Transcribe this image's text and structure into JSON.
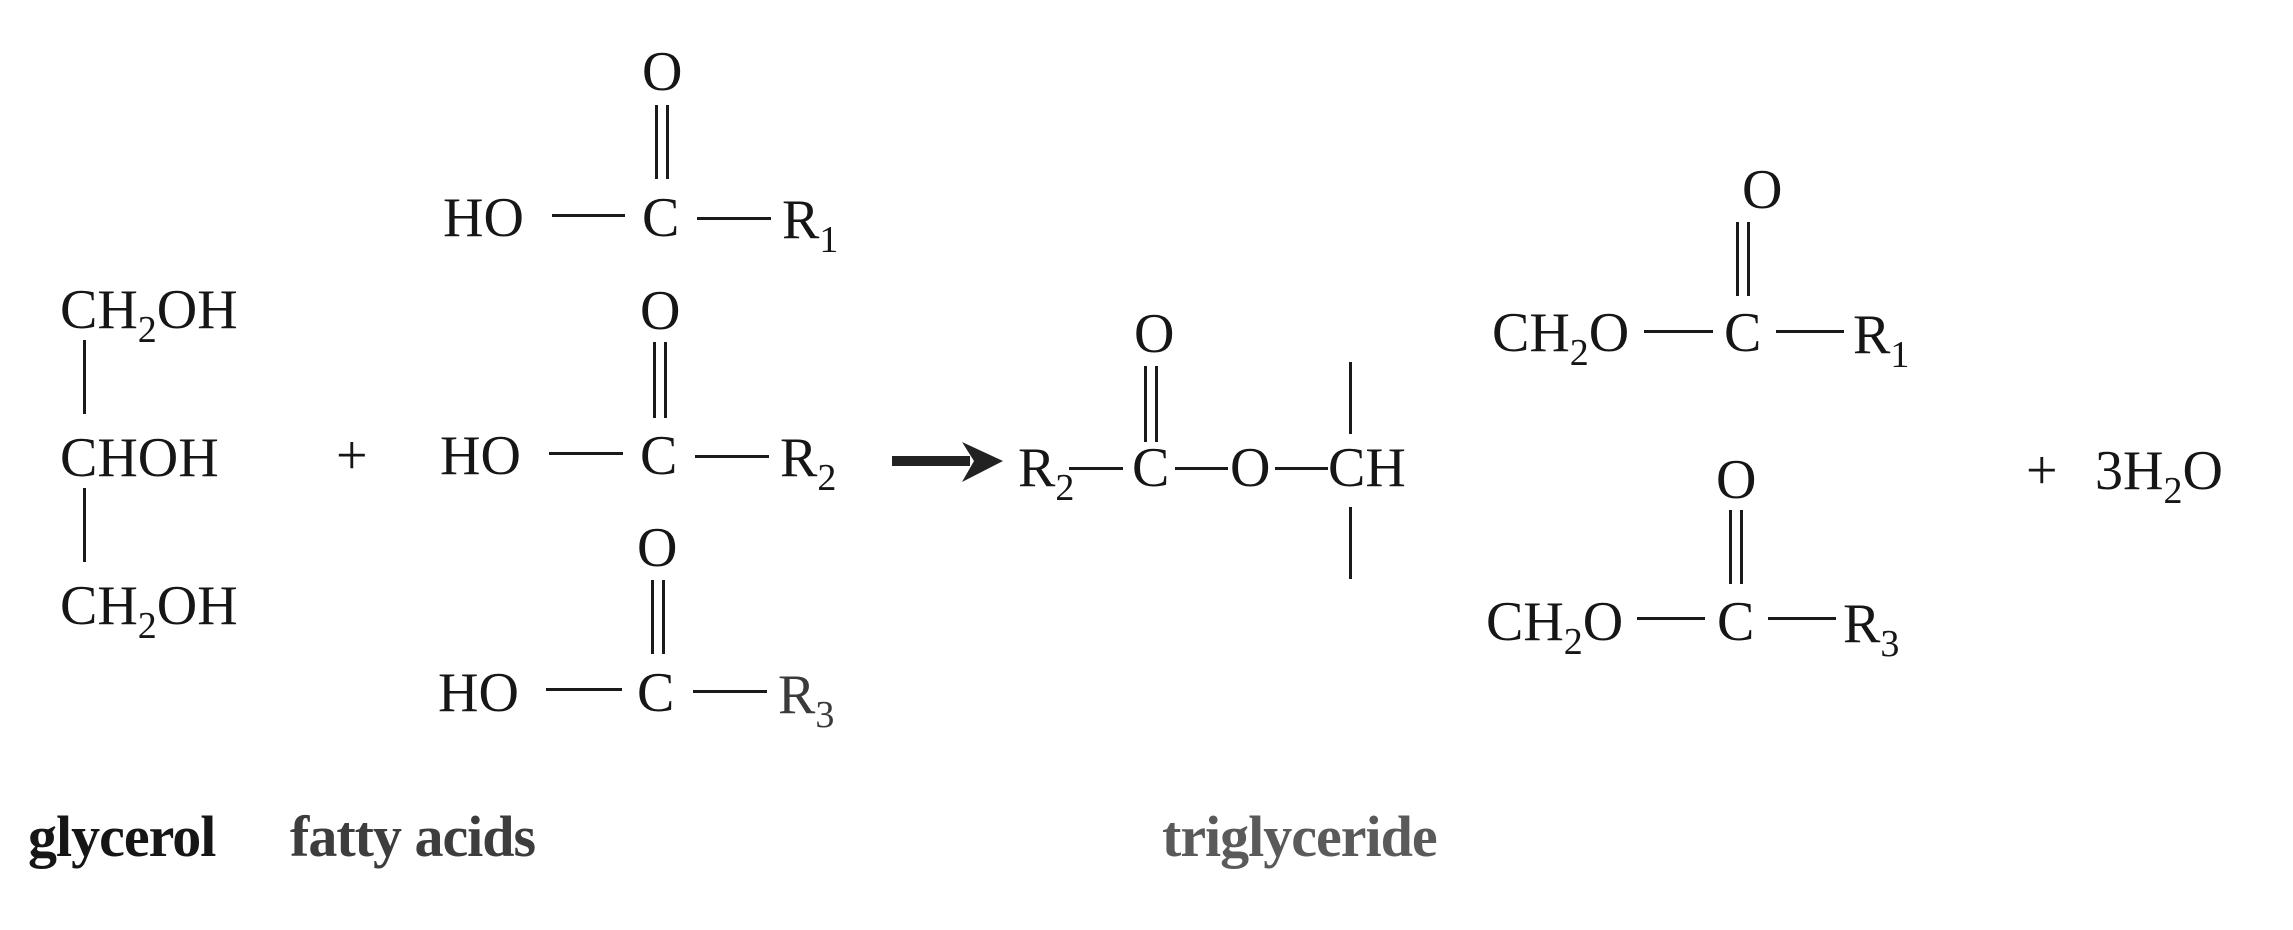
{
  "reaction": {
    "plus_1": "+",
    "plus_2": "+",
    "water": {
      "coef": "3",
      "h": "H",
      "sub": "2",
      "o": "O"
    },
    "arrow_icon": "right-arrow"
  },
  "glycerol": {
    "row1": {
      "main": "CH",
      "sub": "2",
      "tail": "OH"
    },
    "row2": {
      "main": "CHOH"
    },
    "row3": {
      "main": "CH",
      "sub": "2",
      "tail": "OH"
    },
    "label": "glycerol"
  },
  "fatty_acids": {
    "items": [
      {
        "o": "O",
        "ho": "HO",
        "c": "C",
        "r": "R",
        "r_sub": "1"
      },
      {
        "o": "O",
        "ho": "HO",
        "c": "C",
        "r": "R",
        "r_sub": "2"
      },
      {
        "o": "O",
        "ho": "HO",
        "c": "C",
        "r": "R",
        "r_sub": "3"
      }
    ],
    "label": "fatty acids"
  },
  "triglyceride": {
    "middle": {
      "r": "R",
      "r_sub": "2",
      "c": "C",
      "o_carbonyl": "O",
      "o_ester": "O",
      "ch": "CH"
    },
    "top": {
      "ch": "CH",
      "ch_sub": "2",
      "o_ester": "O",
      "c": "C",
      "o_carbonyl": "O",
      "r": "R",
      "r_sub": "1"
    },
    "bottom": {
      "ch": "CH",
      "ch_sub": "2",
      "o_ester": "O",
      "c": "C",
      "o_carbonyl": "O",
      "r": "R",
      "r_sub": "3"
    },
    "label": "triglyceride"
  }
}
